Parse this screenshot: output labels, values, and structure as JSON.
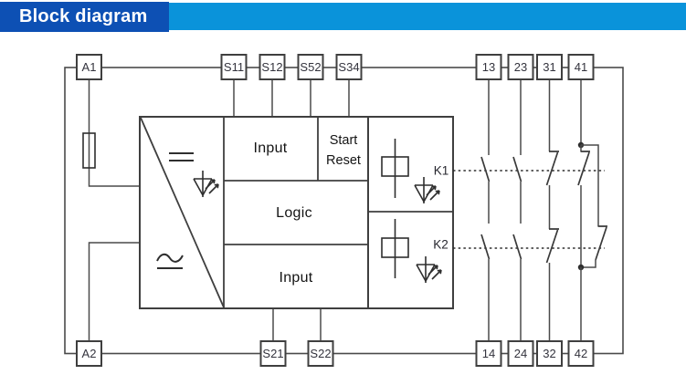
{
  "header": {
    "title": "Block diagram",
    "colors": {
      "bar_left": "#0d50b4",
      "bar_right": "#0a93da",
      "title_text": "#ffffff"
    }
  },
  "diagram": {
    "colors": {
      "line": "#4a4a4a",
      "terminal_text": "#33333d",
      "block_text": "#141414",
      "background": "#ffffff"
    },
    "terminals": [
      {
        "label": "A1"
      },
      {
        "label": "S11"
      },
      {
        "label": "S12"
      },
      {
        "label": "S52"
      },
      {
        "label": "S34"
      },
      {
        "label": "13"
      },
      {
        "label": "23"
      },
      {
        "label": "31"
      },
      {
        "label": "41"
      },
      {
        "label": "A2"
      },
      {
        "label": "S21"
      },
      {
        "label": "S22"
      },
      {
        "label": "14"
      },
      {
        "label": "24"
      },
      {
        "label": "32"
      },
      {
        "label": "42"
      }
    ],
    "blocks": {
      "input_top": "Input",
      "start_reset_line1": "Start",
      "start_reset_line2": "Reset",
      "logic": "Logic",
      "input_bottom": "Input"
    },
    "relays": [
      {
        "label": "K1"
      },
      {
        "label": "K2"
      }
    ]
  }
}
